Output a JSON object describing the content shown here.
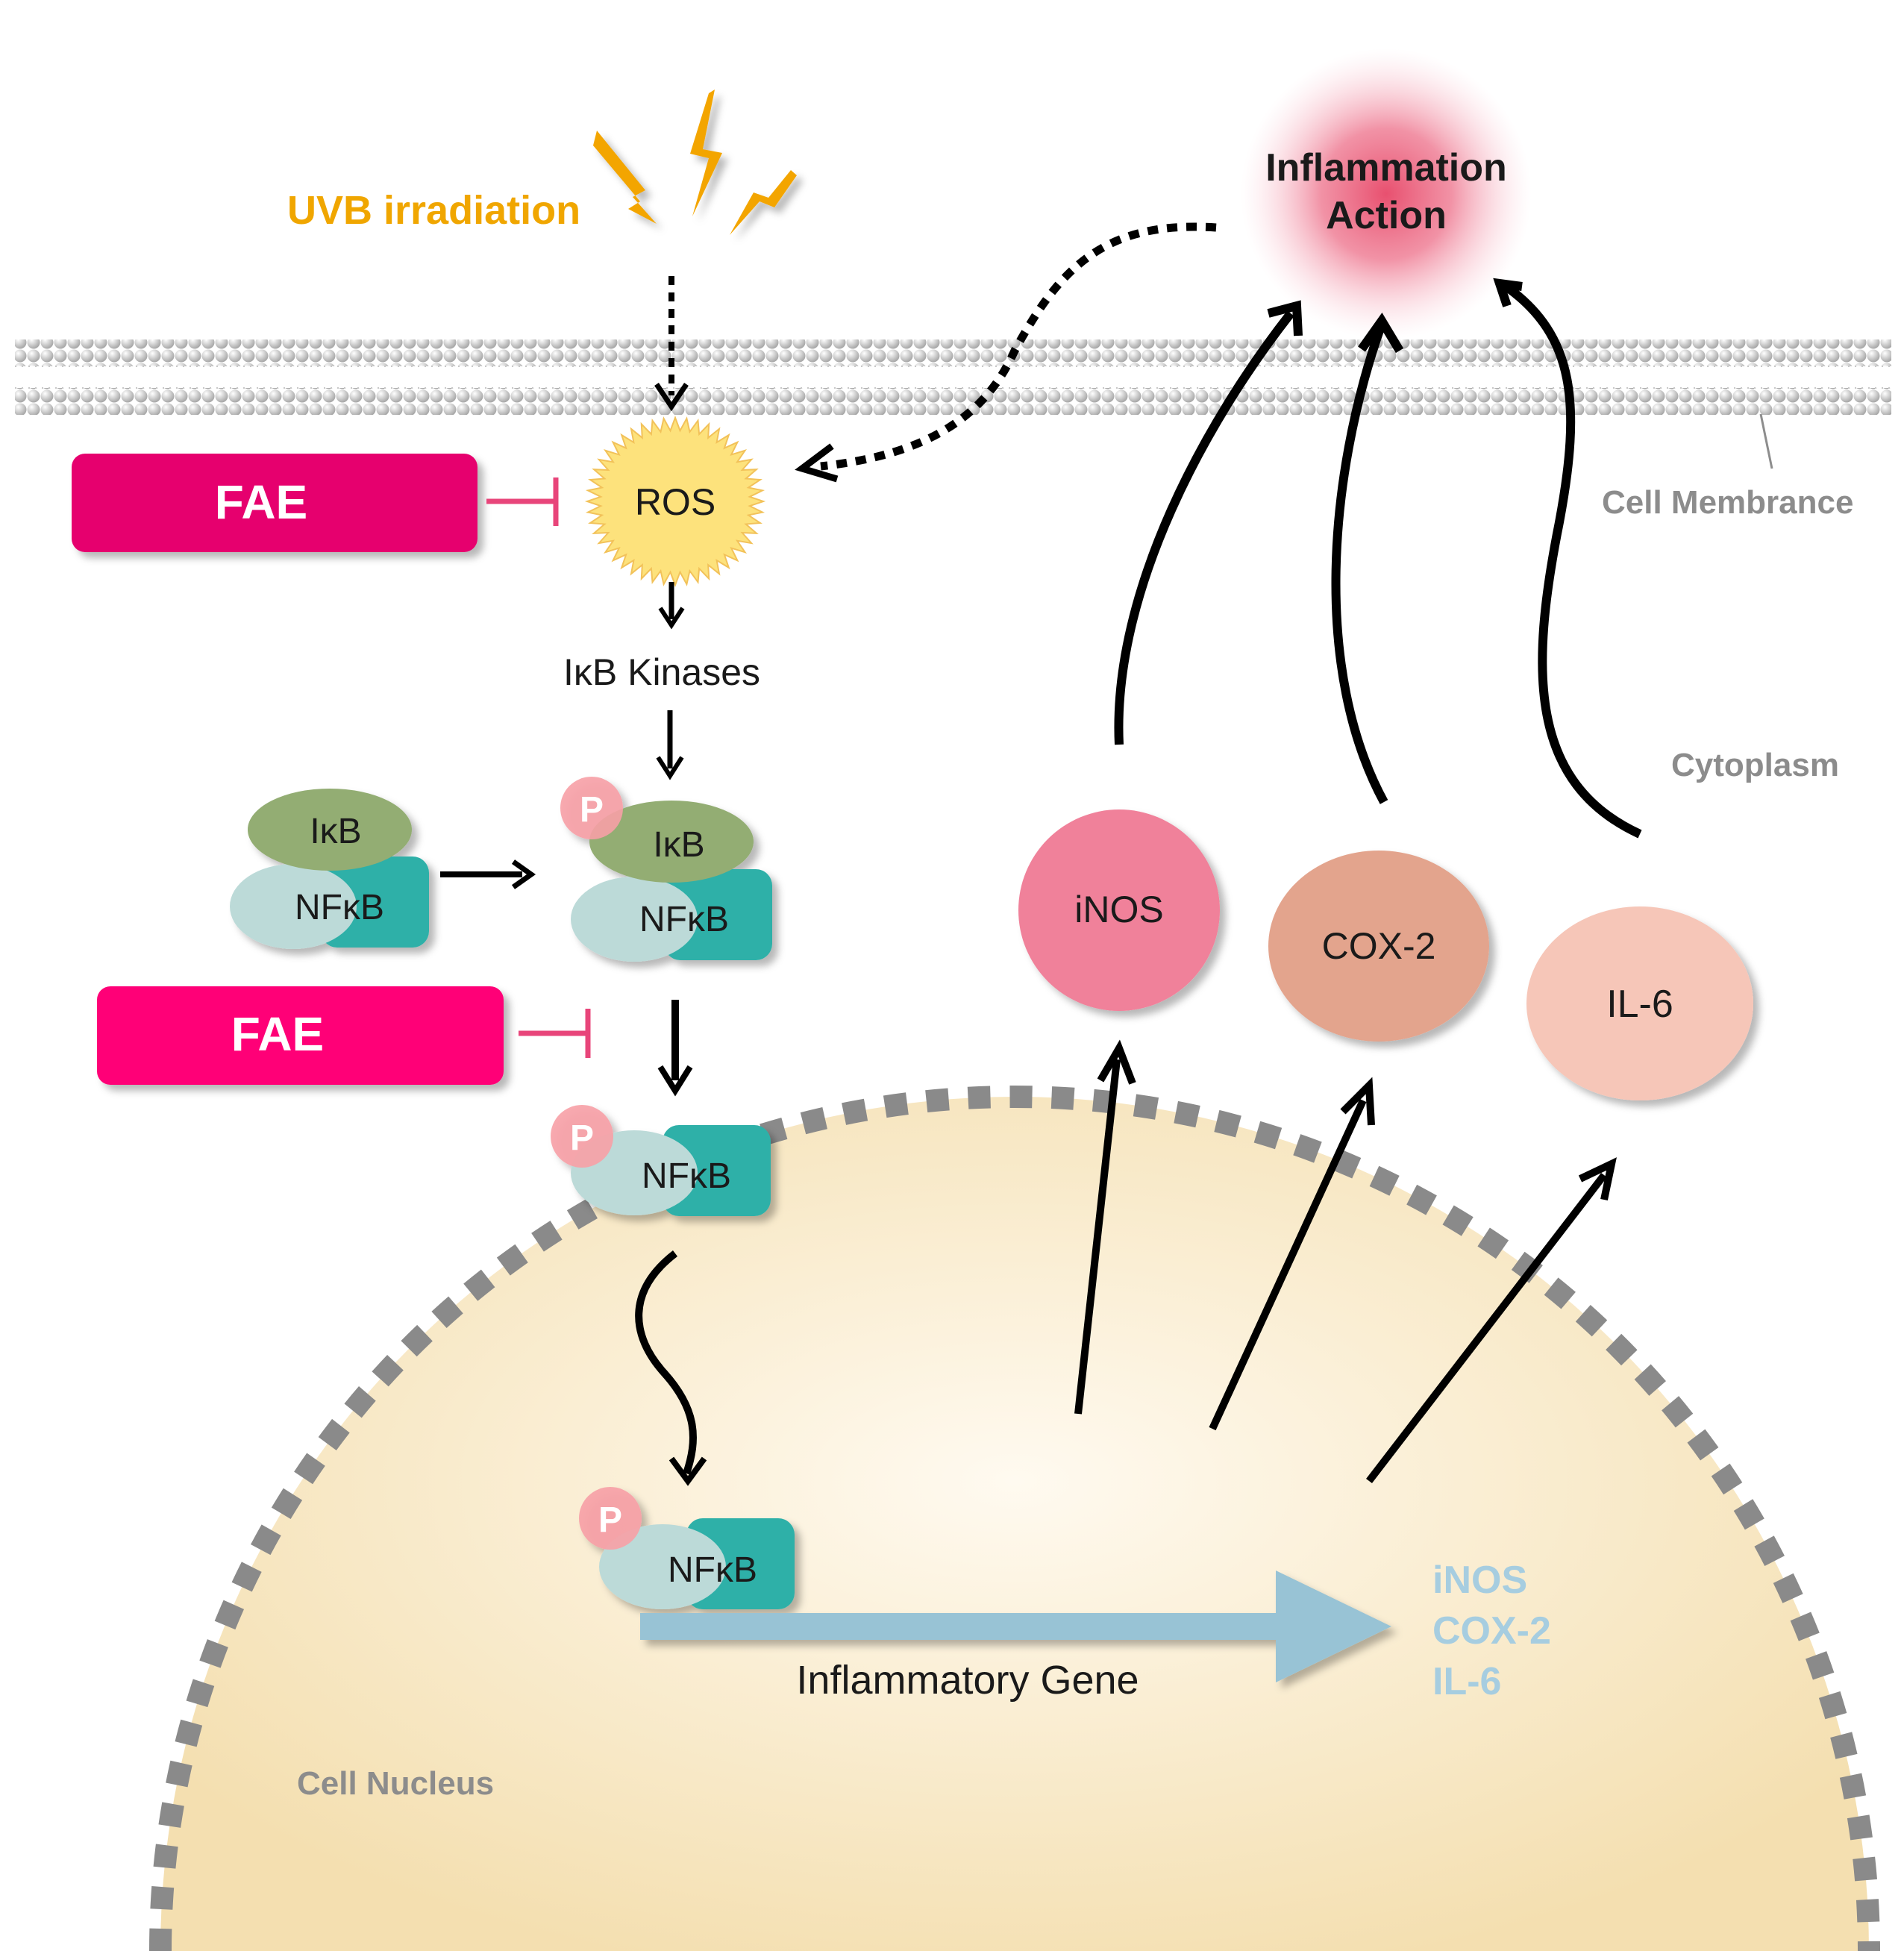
{
  "uvb": {
    "label": "UVB irradiation"
  },
  "inflammation": {
    "line1": "Inflammation",
    "line2": "Action"
  },
  "membrane": {
    "label": "Cell Membrance"
  },
  "cytoplasm": {
    "label": "Cytoplasm"
  },
  "nucleus": {
    "label": "Cell Nucleus"
  },
  "ros": {
    "label": "ROS"
  },
  "fae_top": {
    "label": "FAE"
  },
  "fae_mid": {
    "label": "FAE"
  },
  "kinases": {
    "label": "IκB Kinases"
  },
  "complex_left": {
    "ikb": "IκB",
    "nfkb": "NFκB"
  },
  "complex_phos": {
    "p": "P",
    "ikb": "IκB",
    "nfkb": "NFκB"
  },
  "nfkb_free": {
    "p": "P",
    "nfkb": "NFκB"
  },
  "nfkb_nuclear": {
    "p": "P",
    "nfkb": "NFκB"
  },
  "gene": {
    "label": "Inflammatory Gene",
    "products": [
      "iNOS",
      "COX-2",
      "IL-6"
    ]
  },
  "proteins": [
    {
      "label": "iNOS",
      "color": "#f0819a"
    },
    {
      "label": "COX-2",
      "color": "#e3a48d"
    },
    {
      "label": "IL-6",
      "color": "#f6c6b8"
    }
  ],
  "colors": {
    "fae": "#e6006e",
    "uvb": "#f0a600",
    "ros": "#fde27c",
    "ikb": "#93ad73",
    "nfkb_light": "#bcdad8",
    "nfkb_dark": "#2fb0a8",
    "phospho": "#f7a0a6",
    "gene_arrow": "#98c3d5",
    "inflammation": "#e8506f",
    "nucleus": "#f8e6bf"
  }
}
